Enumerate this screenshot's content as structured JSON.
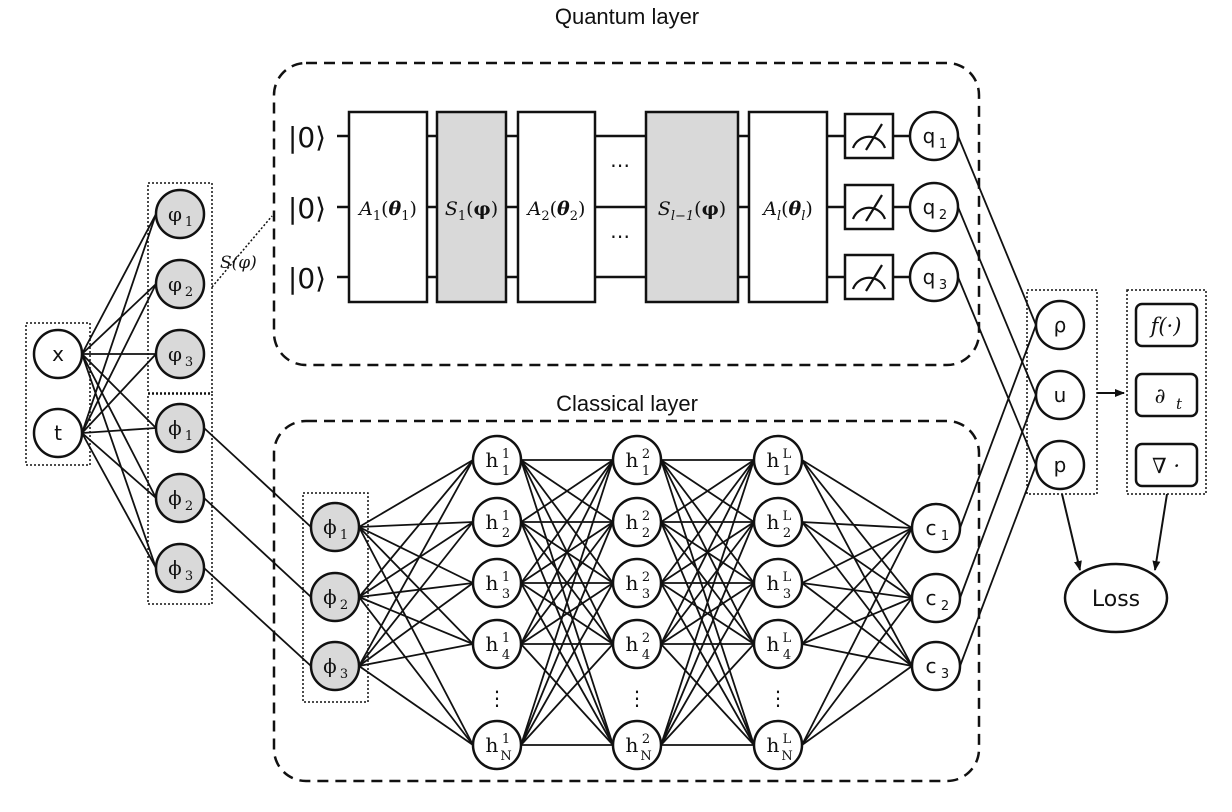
{
  "colors": {
    "stroke": "#111111",
    "node_fill": "#ffffff",
    "shaded_fill": "#d9d9d9"
  },
  "titles": {
    "quantum": "Quantum layer",
    "classical": "Classical layer"
  },
  "inputs": [
    {
      "id": "x",
      "label": "x"
    },
    {
      "id": "t",
      "label": "t"
    }
  ],
  "feature_varphi": [
    {
      "base": "φ",
      "sub": "1"
    },
    {
      "base": "φ",
      "sub": "2"
    },
    {
      "base": "φ",
      "sub": "3"
    }
  ],
  "feature_phi": [
    {
      "base": "ϕ",
      "sub": "1"
    },
    {
      "base": "ϕ",
      "sub": "2"
    },
    {
      "base": "ϕ",
      "sub": "3"
    }
  ],
  "encoding_label": "S(φ)",
  "quantum": {
    "qubit_init": [
      "|0⟩",
      "|0⟩",
      "|0⟩"
    ],
    "gates": [
      {
        "base": "A",
        "sub": "1",
        "arg": "θ",
        "argsub": "1",
        "shaded": false
      },
      {
        "base": "S",
        "sub": "1",
        "arg": "φ",
        "argsub": "",
        "shaded": true
      },
      {
        "base": "A",
        "sub": "2",
        "arg": "θ",
        "argsub": "2",
        "shaded": false
      },
      {
        "base": "S",
        "sub": "l−1",
        "arg": "φ",
        "argsub": "",
        "shaded": true
      },
      {
        "base": "A",
        "sub": "l",
        "arg": "θ",
        "argsub": "l",
        "shaded": false
      }
    ],
    "ellipsis": "⋯",
    "outputs": [
      {
        "base": "q",
        "sub": "1"
      },
      {
        "base": "q",
        "sub": "2"
      },
      {
        "base": "q",
        "sub": "3"
      }
    ]
  },
  "classical": {
    "inputs": [
      {
        "base": "ϕ",
        "sub": "1"
      },
      {
        "base": "ϕ",
        "sub": "2"
      },
      {
        "base": "ϕ",
        "sub": "3"
      }
    ],
    "hidden_layers": [
      {
        "sup": "1",
        "rows": [
          "1",
          "2",
          "3",
          "4",
          "N"
        ]
      },
      {
        "sup": "2",
        "rows": [
          "1",
          "2",
          "3",
          "4",
          "N"
        ]
      },
      {
        "sup": "L",
        "rows": [
          "1",
          "2",
          "3",
          "4",
          "N"
        ]
      }
    ],
    "hidden_base": "h",
    "vdots": "⋮",
    "outputs": [
      {
        "base": "c",
        "sub": "1"
      },
      {
        "base": "c",
        "sub": "2"
      },
      {
        "base": "c",
        "sub": "3"
      }
    ]
  },
  "physical_outputs": [
    "ρ",
    "u",
    "p"
  ],
  "operators": [
    "f(·)",
    "∂t",
    "∇ ·"
  ],
  "operator_parts": [
    {
      "main": "f(·)",
      "sub": ""
    },
    {
      "main": "∂",
      "sub": "t"
    },
    {
      "main": "∇ ·",
      "sub": ""
    }
  ],
  "loss_label": "Loss"
}
